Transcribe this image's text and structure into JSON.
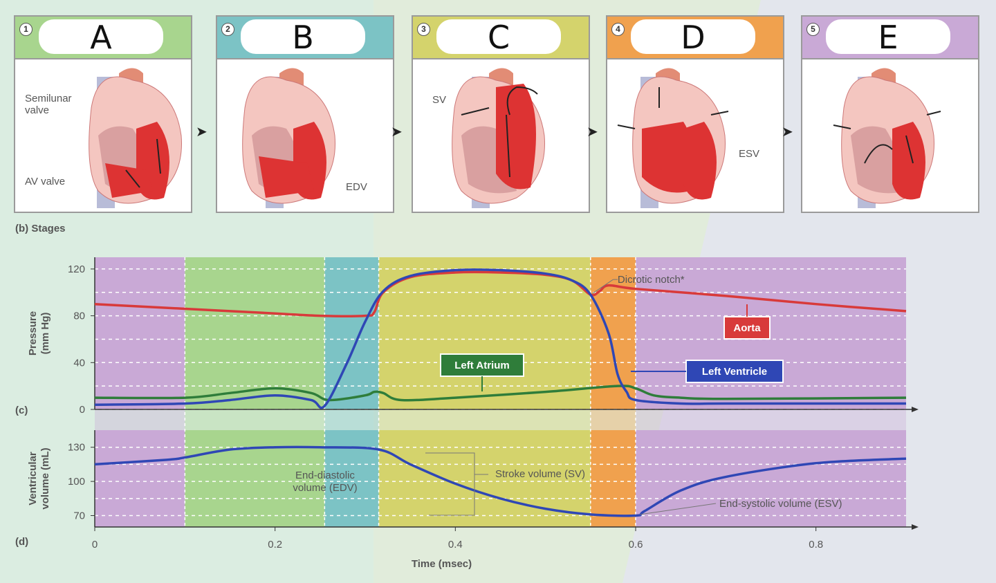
{
  "stages": [
    {
      "num": "1",
      "letter": "A",
      "color": "#a8d58e",
      "labels": [
        "Semilunar\nvalve",
        "AV valve"
      ]
    },
    {
      "num": "2",
      "letter": "B",
      "color": "#7cc3c5",
      "labels": [
        "EDV"
      ]
    },
    {
      "num": "3",
      "letter": "C",
      "color": "#d4d36c",
      "labels": [
        "SV"
      ]
    },
    {
      "num": "4",
      "letter": "D",
      "color": "#f0a14e",
      "labels": [
        "ESV"
      ]
    },
    {
      "num": "5",
      "letter": "E",
      "color": "#c9a9d6",
      "labels": []
    }
  ],
  "section_b": "(b) Stages",
  "section_c": "(c)",
  "section_d": "(d)",
  "pressure_chart": {
    "ylabel": "Pressure\n(mm Hg)",
    "yticks": [
      "0",
      "40",
      "80",
      "120"
    ],
    "annotations": {
      "dicrotic": "Dicrotic notch*",
      "aorta": "Aorta",
      "left_atrium": "Left Atrium",
      "left_ventricle": "Left Ventricle"
    },
    "colors": {
      "aorta": "#d83a3a",
      "ventricle": "#2f47b5",
      "atrium": "#2f7d3a"
    }
  },
  "volume_chart": {
    "ylabel": "Ventricular\nvolume (mL)",
    "yticks": [
      "70",
      "100",
      "130"
    ],
    "annotations": {
      "edv": "End-diastolic\nvolume (EDV)",
      "sv": "Stroke volume (SV)",
      "esv": "End-systolic volume (ESV)"
    }
  },
  "xaxis": {
    "ticks": [
      "0",
      "0.2",
      "0.4",
      "0.6",
      "0.8"
    ],
    "label": "Time (msec)"
  },
  "phase_colors": [
    "#c9a9d6",
    "#a8d58e",
    "#7cc3c5",
    "#d4d36c",
    "#f0a14e",
    "#c9a9d6"
  ],
  "chart_data": {
    "type": "line",
    "x_domain": [
      0,
      0.9
    ],
    "phases": [
      {
        "start": 0,
        "end": 0.1
      },
      {
        "start": 0.1,
        "end": 0.255
      },
      {
        "start": 0.255,
        "end": 0.315
      },
      {
        "start": 0.315,
        "end": 0.55
      },
      {
        "start": 0.55,
        "end": 0.6
      },
      {
        "start": 0.6,
        "end": 0.9
      }
    ],
    "pressure": {
      "ylim": [
        0,
        130
      ],
      "series": [
        {
          "name": "Aorta",
          "x": [
            0,
            0.1,
            0.2,
            0.25,
            0.3,
            0.31,
            0.32,
            0.35,
            0.4,
            0.45,
            0.5,
            0.53,
            0.55,
            0.56,
            0.57,
            0.6,
            0.7,
            0.8,
            0.9
          ],
          "y": [
            90,
            86,
            82,
            80,
            80,
            83,
            100,
            113,
            117,
            117,
            115,
            110,
            98,
            101,
            106,
            103,
            97,
            90,
            84
          ]
        },
        {
          "name": "Left Ventricle",
          "x": [
            0,
            0.1,
            0.15,
            0.2,
            0.24,
            0.255,
            0.28,
            0.3,
            0.32,
            0.35,
            0.4,
            0.45,
            0.5,
            0.53,
            0.55,
            0.57,
            0.58,
            0.59,
            0.6,
            0.65,
            0.7,
            0.9
          ],
          "y": [
            4,
            5,
            8,
            12,
            8,
            3,
            40,
            75,
            101,
            114,
            119,
            119,
            116,
            110,
            98,
            65,
            30,
            15,
            8,
            5,
            5,
            5
          ]
        },
        {
          "name": "Left Atrium",
          "x": [
            0,
            0.1,
            0.15,
            0.2,
            0.24,
            0.26,
            0.3,
            0.31,
            0.32,
            0.34,
            0.4,
            0.5,
            0.58,
            0.6,
            0.62,
            0.65,
            0.7,
            0.9
          ],
          "y": [
            10,
            10,
            14,
            18,
            14,
            8,
            12,
            15,
            14,
            8,
            10,
            15,
            20,
            18,
            12,
            10,
            9,
            10
          ]
        }
      ]
    },
    "volume": {
      "ylim": [
        60,
        145
      ],
      "series": [
        {
          "name": "Ventricular volume",
          "x": [
            0,
            0.08,
            0.1,
            0.15,
            0.2,
            0.25,
            0.315,
            0.35,
            0.4,
            0.45,
            0.5,
            0.55,
            0.6,
            0.61,
            0.65,
            0.7,
            0.8,
            0.9
          ],
          "y": [
            115,
            119,
            121,
            128,
            130,
            130,
            128,
            115,
            98,
            85,
            76,
            71,
            70,
            74,
            92,
            104,
            116,
            120
          ]
        }
      ]
    }
  }
}
